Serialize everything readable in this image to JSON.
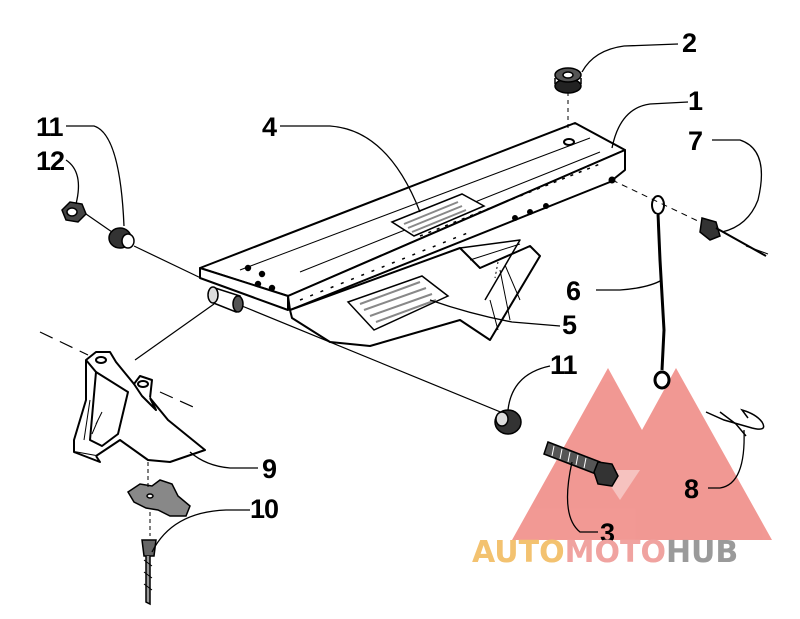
{
  "diagram": {
    "callouts": [
      {
        "id": "c1",
        "label": "1"
      },
      {
        "id": "c2",
        "label": "2"
      },
      {
        "id": "c3",
        "label": "3"
      },
      {
        "id": "c4",
        "label": "4"
      },
      {
        "id": "c5",
        "label": "5"
      },
      {
        "id": "c6",
        "label": "6"
      },
      {
        "id": "c7",
        "label": "7"
      },
      {
        "id": "c8",
        "label": "8"
      },
      {
        "id": "c9",
        "label": "9"
      },
      {
        "id": "c10",
        "label": "10"
      },
      {
        "id": "c11a",
        "label": "11"
      },
      {
        "id": "c11b",
        "label": "11"
      },
      {
        "id": "c12",
        "label": "12"
      }
    ]
  },
  "watermark": {
    "part1": "AUTO",
    "part2": "MOTO",
    "part3": "HUB",
    "colors": {
      "auto": "#f3c270",
      "moto": "#f0a3a0",
      "hub": "#9a9a9a",
      "logo": "#ee7c76"
    }
  }
}
